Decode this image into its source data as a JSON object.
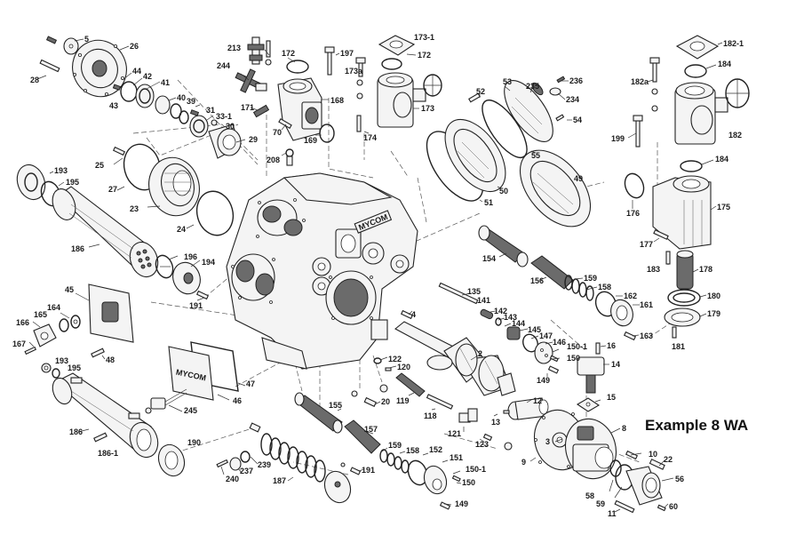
{
  "diagram": {
    "title": "Example 8 WA",
    "casing_marking": "MYCOM",
    "cover_marking": "MYCOM",
    "labels": {
      "p5": "5",
      "p26": "26",
      "p28": "28",
      "p44": "44",
      "p42": "42",
      "p41": "41",
      "p43": "43",
      "p40": "40",
      "p39": "39",
      "p31": "31",
      "p33_1": "33-1",
      "p30": "30",
      "p29": "29",
      "p25": "25",
      "p27": "27",
      "p23": "23",
      "p24": "24",
      "p213": "213",
      "p244": "244",
      "p171": "171",
      "p172a": "172",
      "p197": "197",
      "p168": "168",
      "p70": "70",
      "p169": "169",
      "p208": "208",
      "p173_1": "173-1",
      "p172b": "172",
      "p173a": "173a",
      "p173": "173",
      "p174": "174",
      "p52": "52",
      "p53": "53",
      "p235": "235",
      "p236": "236",
      "p234": "234",
      "p54": "54",
      "p55": "55",
      "p50": "50",
      "p51": "51",
      "p49": "49",
      "p182_1": "182-1",
      "p184a": "184",
      "p182a": "182a",
      "p182": "182",
      "p199": "199",
      "p184b": "184",
      "p176": "176",
      "p175": "175",
      "p177": "177",
      "p183": "183",
      "p178": "178",
      "p180": "180",
      "p179": "179",
      "p181": "181",
      "p193a": "193",
      "p195a": "195",
      "p186a": "186",
      "p196": "196",
      "p194": "194",
      "p191a": "191",
      "p45": "45",
      "p164": "164",
      "p165": "165",
      "p166": "166",
      "p167": "167",
      "p48": "48",
      "p193b": "193",
      "p195b": "195",
      "p186b": "186",
      "p186_1": "186-1",
      "p47": "47",
      "p46": "46",
      "p245": "245",
      "p190": "190",
      "p240": "240",
      "p237": "237",
      "p239": "239",
      "p187": "187",
      "p191b": "191",
      "p154": "154",
      "p156": "156",
      "p159a": "159",
      "p158a": "158",
      "p162": "162",
      "p161": "161",
      "p163": "163",
      "p135": "135",
      "p141": "141",
      "p142": "142",
      "p143": "143",
      "p144": "144",
      "p145": "145",
      "p147": "147",
      "p146": "146",
      "p150_1a": "150-1",
      "p150a": "150",
      "p149a": "149",
      "p16": "16",
      "p14": "14",
      "p4": "4",
      "p2": "2",
      "p122": "122",
      "p120": "120",
      "p119": "119",
      "p20": "20",
      "p155": "155",
      "p118": "118",
      "p121": "121",
      "p13": "13",
      "p12": "12",
      "p123": "123",
      "p15": "15",
      "p157": "157",
      "p159b": "159",
      "p158b": "158",
      "p152": "152",
      "p151": "151",
      "p150_1b": "150-1",
      "p150b": "150",
      "p149b": "149",
      "p3": "3",
      "p9": "9",
      "p8": "8",
      "p10": "10",
      "p22": "22",
      "p56": "56",
      "p58": "58",
      "p59": "59",
      "p11": "11",
      "p60": "60"
    }
  }
}
